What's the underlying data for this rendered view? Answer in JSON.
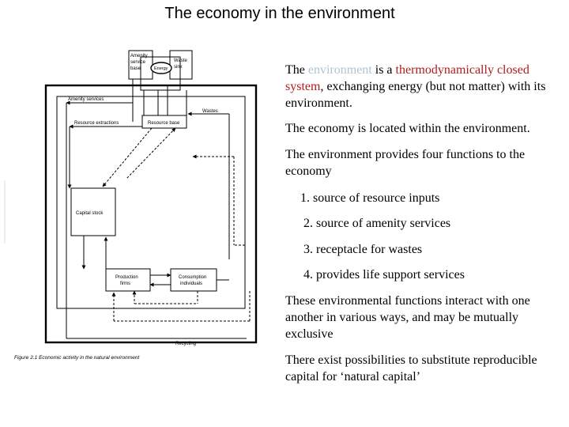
{
  "title": "The economy in the environment",
  "diagram": {
    "labels": {
      "amenity_service_base_1": "Amenity",
      "amenity_service_base_2": "service",
      "amenity_service_base_3": "base",
      "energy": "Energy",
      "waste_sink_1": "Waste",
      "waste_sink_2": "sink",
      "amenity_services": "Amenity services",
      "wastes": "Wastes",
      "resource_extractions": "Resource extractions",
      "resource_base": "Resource base",
      "capital_stock": "Capital stock",
      "production_firms_1": "Production",
      "production_firms_2": "firms",
      "consumption_individuals_1": "Consumption",
      "consumption_individuals_2": "individuals",
      "recycling": "Recycling"
    },
    "caption": "Figure 2.1 Economic activity in the natural environment"
  },
  "text": {
    "p1": {
      "a": "The ",
      "environment": "environment",
      "b": " is a ",
      "closed_1": "thermodynamically closed",
      "closed_2": "system",
      "c": ", exchanging energy (but not matter) with its environment."
    },
    "p2": "The economy is located within the environment.",
    "p3": "The environment provides four functions to the economy",
    "items": [
      "1. source of resource inputs",
      "2. source of amenity services",
      "3. receptacle for wastes",
      "4. provides life support services"
    ],
    "p4": "These environmental functions interact with one another in various ways, and may be mutually exclusive",
    "p5": "There exist possibilities to substitute reproducible capital for ‘natural capital’"
  }
}
